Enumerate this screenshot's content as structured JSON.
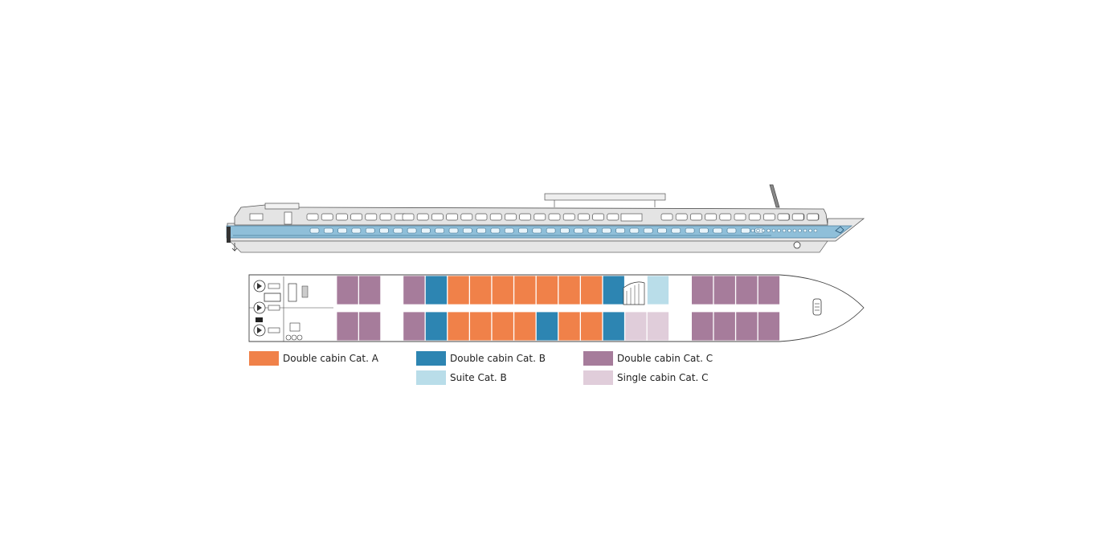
{
  "colors": {
    "cat_a": "#f08149",
    "cat_b": "#2d85b2",
    "suite_b": "#b9dde9",
    "cat_c": "#a67c9b",
    "single_c": "#e0cdda",
    "hull_stripe": "#8fbfd9",
    "superstructure": "#e3e3e3",
    "outline": "#555555"
  },
  "legend": {
    "cat_a": "Double cabin Cat. A",
    "cat_b": "Double cabin Cat. B",
    "cat_c": "Double cabin Cat. C",
    "suite_b": "Suite Cat. B",
    "single_c": "Single cabin Cat. C"
  },
  "deck_plan": {
    "top_row": [
      "c",
      "c",
      "",
      "c",
      "b",
      "a",
      "a",
      "a",
      "a",
      "a",
      "a",
      "a",
      "b",
      "stair",
      "s",
      "",
      "c",
      "c",
      "c",
      "c"
    ],
    "bottom_row": [
      "c",
      "c",
      "",
      "c",
      "b",
      "a",
      "a",
      "a",
      "a",
      "b",
      "a",
      "a",
      "b",
      "sc",
      "sc",
      "",
      "c",
      "c",
      "c",
      "c"
    ]
  }
}
